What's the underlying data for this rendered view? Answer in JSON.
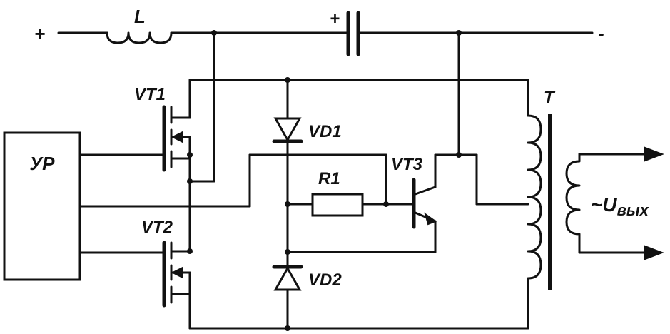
{
  "diagram": {
    "labels": {
      "plus_left": "+",
      "plus_cap": "+",
      "minus_right": "-",
      "inductor": "L",
      "controller": "УР",
      "vt1": "VT1",
      "vt2": "VT2",
      "vt3": "VT3",
      "vd1": "VD1",
      "vd2": "VD2",
      "r1": "R1",
      "transformer": "T",
      "output_prefix": "~U",
      "output_sub": "вых"
    }
  }
}
